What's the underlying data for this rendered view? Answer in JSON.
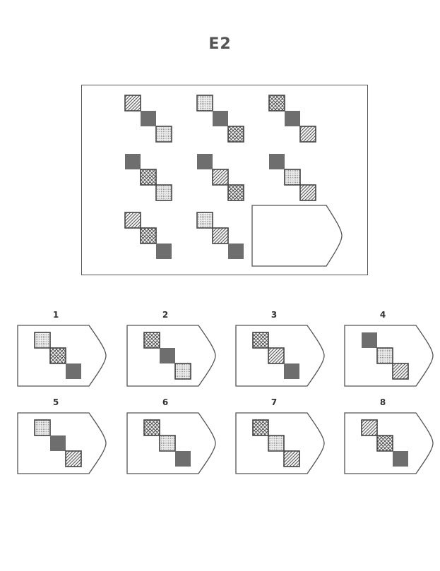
{
  "title": "E2",
  "colors": {
    "line": "#555555",
    "solid": "#6e6e6e",
    "pattern": "#444444",
    "light": "#888888"
  },
  "matrix": [
    {
      "cell": "r1c1",
      "fills": [
        "hatch",
        "solid",
        "dots"
      ]
    },
    {
      "cell": "r1c2",
      "fills": [
        "dots",
        "solid",
        "cross"
      ]
    },
    {
      "cell": "r1c3",
      "fills": [
        "cross",
        "solid",
        "hatch"
      ]
    },
    {
      "cell": "r2c1",
      "fills": [
        "solid",
        "cross",
        "dots"
      ]
    },
    {
      "cell": "r2c2",
      "fills": [
        "solid",
        "hatch",
        "cross"
      ]
    },
    {
      "cell": "r2c3",
      "fills": [
        "solid",
        "dots",
        "hatch"
      ]
    },
    {
      "cell": "r3c1",
      "fills": [
        "hatch",
        "cross",
        "solid"
      ]
    },
    {
      "cell": "r3c2",
      "fills": [
        "dots",
        "hatch",
        "solid"
      ]
    },
    {
      "cell": "r3c3",
      "fills": []
    }
  ],
  "options": [
    {
      "number": "1",
      "fills": [
        "dots",
        "cross",
        "solid"
      ]
    },
    {
      "number": "2",
      "fills": [
        "cross",
        "solid",
        "dots"
      ]
    },
    {
      "number": "3",
      "fills": [
        "cross",
        "hatch",
        "solid"
      ]
    },
    {
      "number": "4",
      "fills": [
        "solid",
        "dots",
        "hatch"
      ]
    },
    {
      "number": "5",
      "fills": [
        "dots",
        "solid",
        "hatch"
      ]
    },
    {
      "number": "6",
      "fills": [
        "cross",
        "dots",
        "solid"
      ]
    },
    {
      "number": "7",
      "fills": [
        "cross",
        "dots",
        "hatch"
      ]
    },
    {
      "number": "8",
      "fills": [
        "hatch",
        "cross",
        "solid"
      ]
    }
  ]
}
